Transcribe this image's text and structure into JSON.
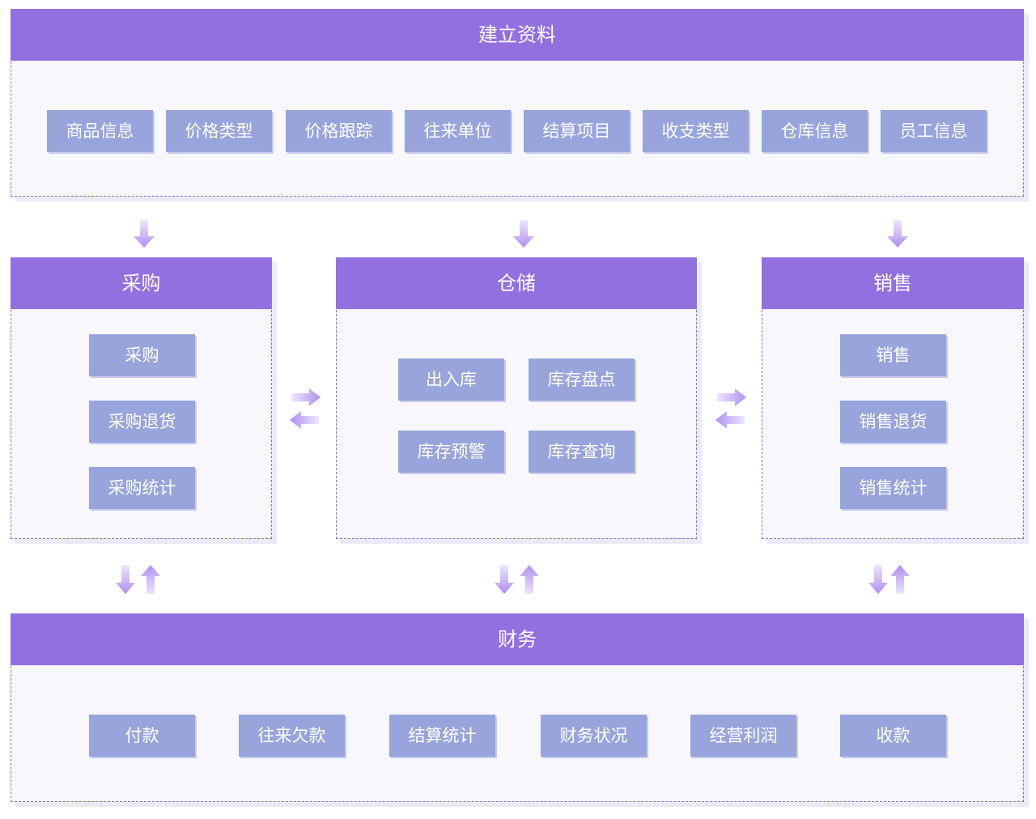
{
  "colors": {
    "header": "#9370e0",
    "chip": "#98a4dc",
    "panel_bg": "#f7f7fc",
    "border": "#8b72d8",
    "arrow": "#c3a8f5"
  },
  "setup": {
    "title": "建立资料",
    "items": [
      "商品信息",
      "价格类型",
      "价格跟踪",
      "往来单位",
      "结算项目",
      "收支类型",
      "仓库信息",
      "员工信息"
    ]
  },
  "purchase": {
    "title": "采购",
    "items": [
      "采购",
      "采购退货",
      "采购统计"
    ]
  },
  "storage": {
    "title": "仓储",
    "items": [
      "出入库",
      "库存盘点",
      "库存预警",
      "库存查询"
    ]
  },
  "sales": {
    "title": "销售",
    "items": [
      "销售",
      "销售退货",
      "销售统计"
    ]
  },
  "finance": {
    "title": "财务",
    "items": [
      "付款",
      "往来欠款",
      "结算统计",
      "财务状况",
      "经营利润",
      "收款"
    ]
  }
}
